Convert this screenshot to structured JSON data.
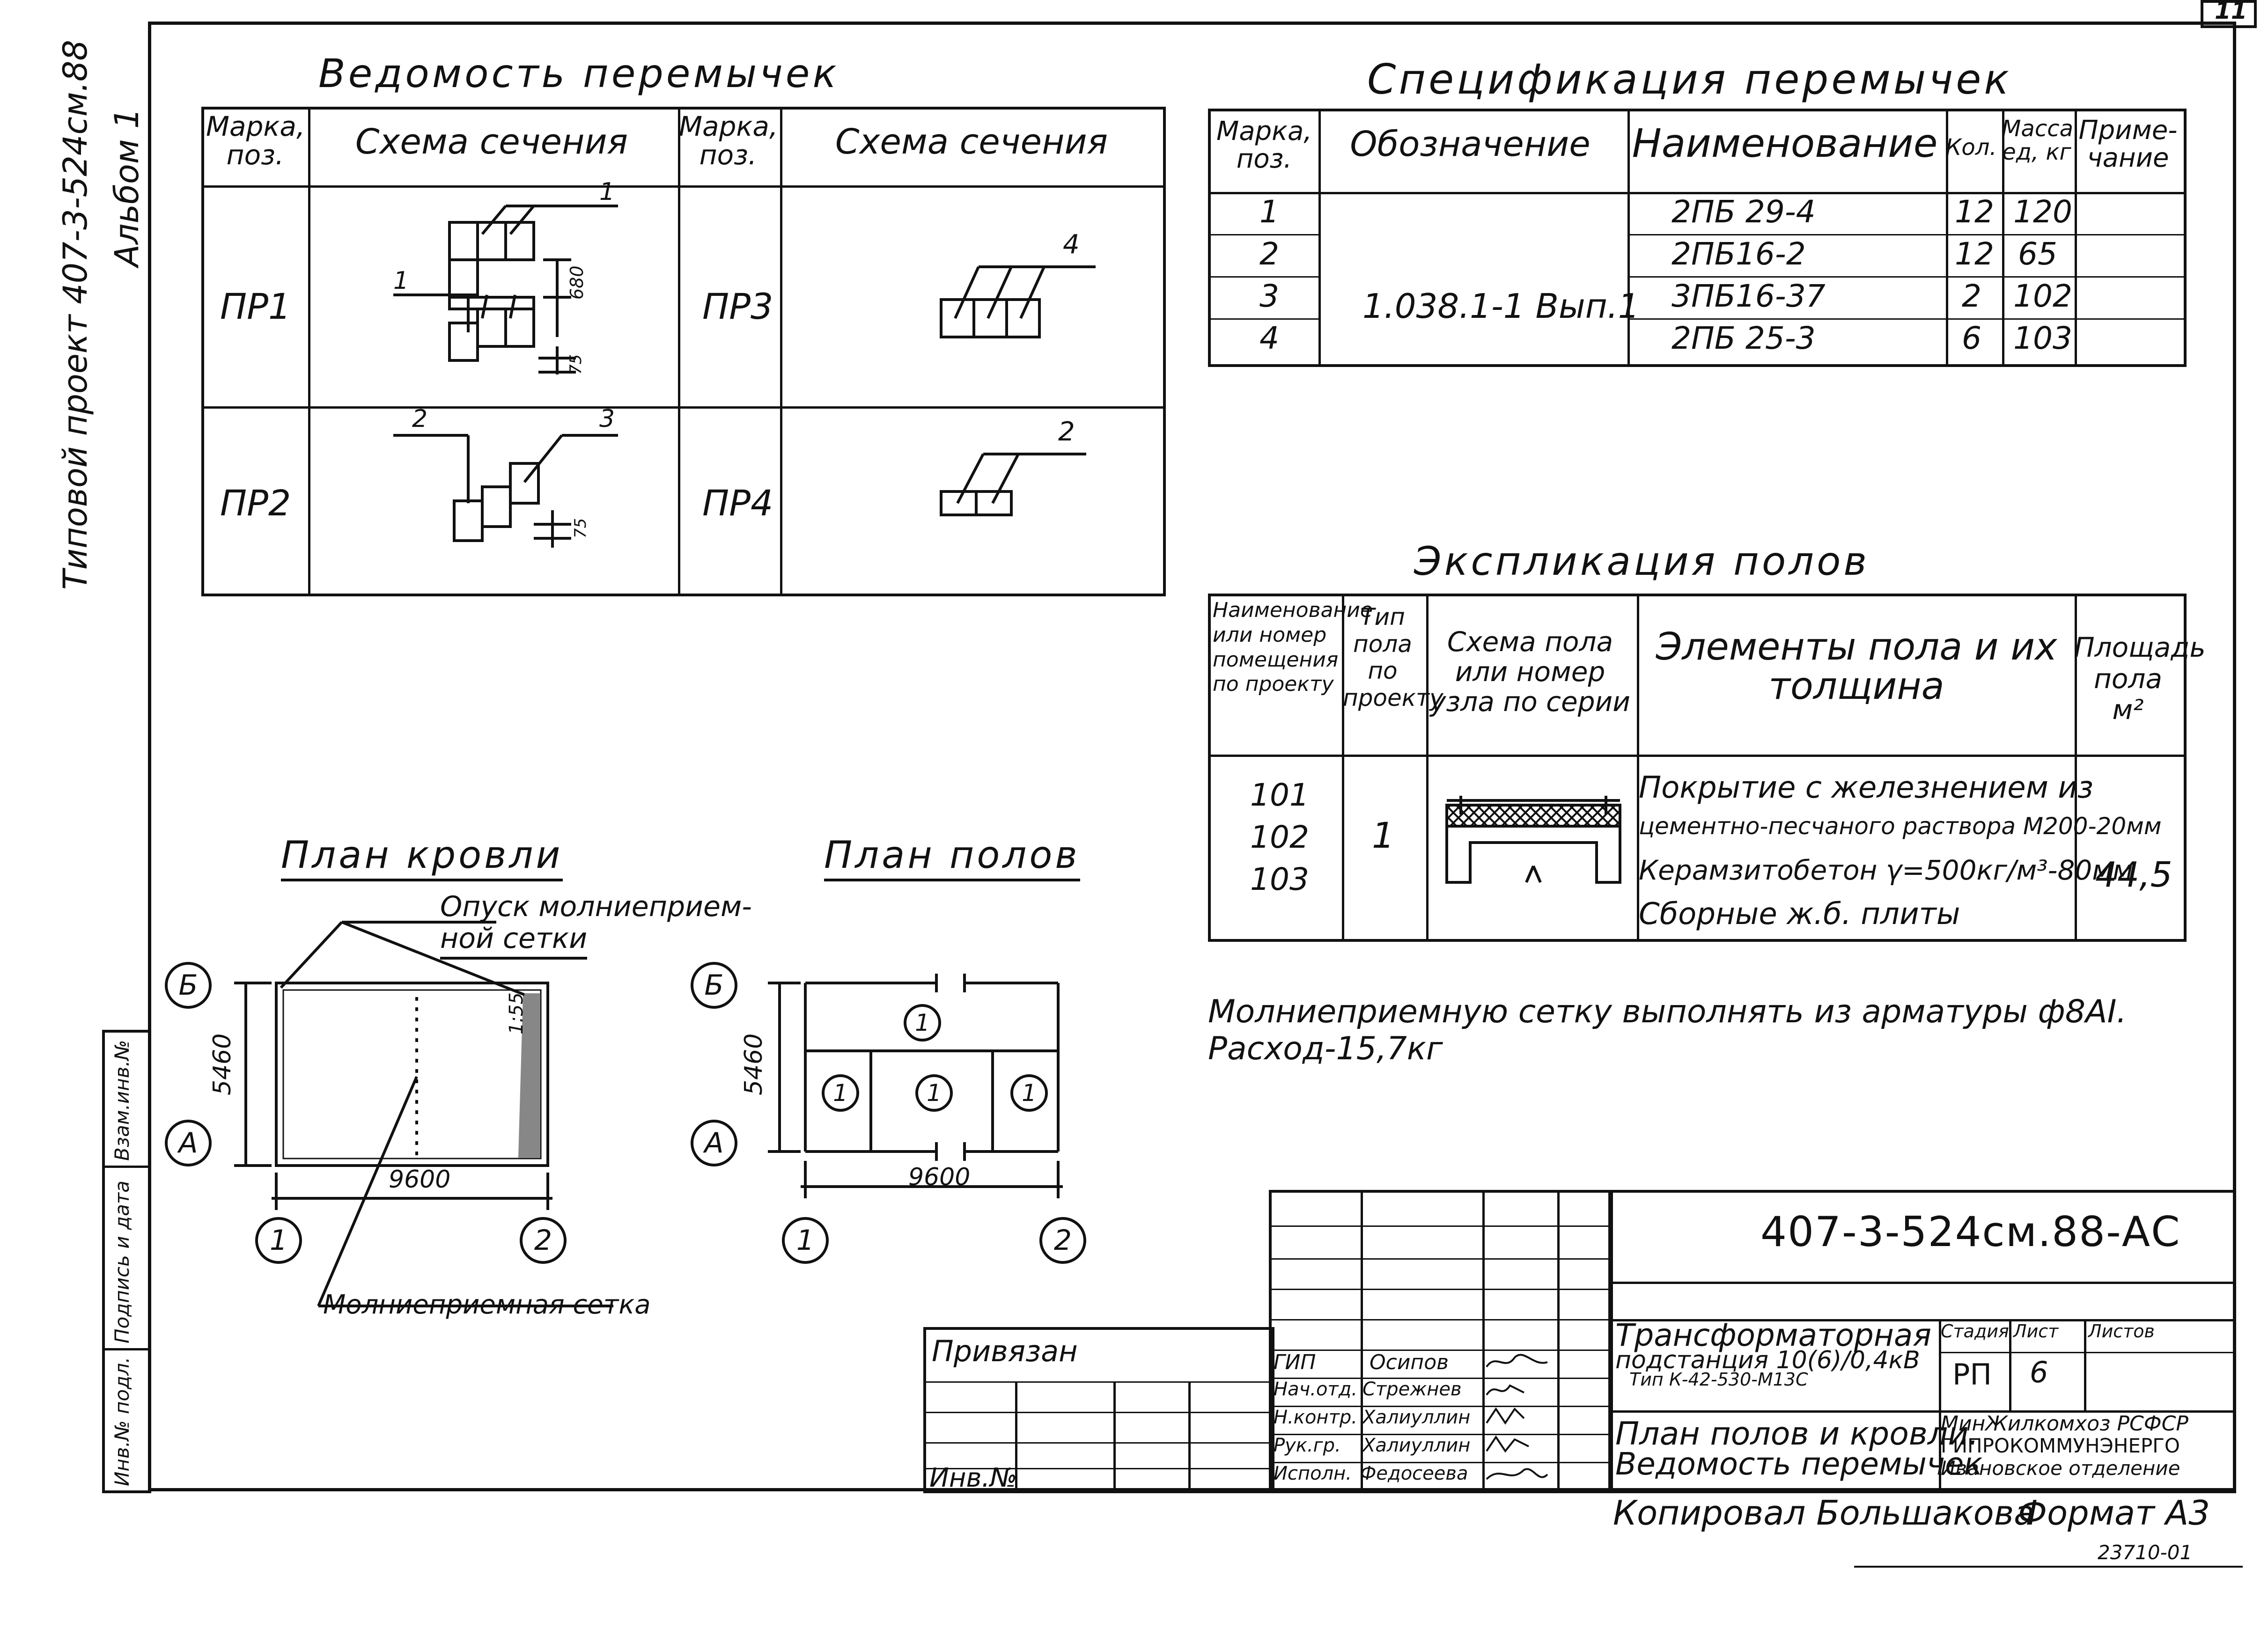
{
  "page_number": "11",
  "side_note": {
    "line1": "Типовой   проект 407-3-524см.88",
    "line2": "Альбом 1"
  },
  "side_stamp": [
    "Инв.№ подл.",
    "Подпись и дата",
    "Взам.инв.№"
  ],
  "lintel_sheet": {
    "title": "Ведомость   перемычек",
    "headers": [
      "Марка, поз.",
      "Схема   сечения",
      "Марка, поз.",
      "Схема   сечения"
    ],
    "rows": [
      {
        "left_mark": "ПР1",
        "right_mark": "ПР3",
        "left_labels": [
          "1",
          "1",
          "680",
          "75"
        ],
        "right_labels": [
          "4"
        ]
      },
      {
        "left_mark": "ПР2",
        "right_mark": "ПР4",
        "left_labels": [
          "2",
          "3",
          "75"
        ],
        "right_labels": [
          "2"
        ]
      }
    ]
  },
  "spec": {
    "title": "Спецификация   перемычек",
    "headers": [
      "Марка, поз.",
      "Обозначение",
      "Наименование",
      "Кол.",
      "Масса ед, кг",
      "Приме- чание"
    ],
    "designation": "1.038.1-1 Вып.1",
    "rows": [
      {
        "pos": "1",
        "name": "2ПБ 29-4",
        "qty": "12",
        "mass": "120"
      },
      {
        "pos": "2",
        "name": "2ПБ16-2",
        "qty": "12",
        "mass": "65"
      },
      {
        "pos": "3",
        "name": "3ПБ16-37",
        "qty": "2",
        "mass": "102"
      },
      {
        "pos": "4",
        "name": "2ПБ 25-3",
        "qty": "6",
        "mass": "103"
      }
    ]
  },
  "floors": {
    "title": "Экспликация   полов",
    "headers": [
      "Наименование или номер помещения по проекту",
      "Тип пола по проекту",
      "Схема пола или номер узла по серии",
      "Элементы пола и их толщина",
      "Площадь пола м²"
    ],
    "rooms": [
      "101",
      "102",
      "103"
    ],
    "type": "1",
    "elements": [
      "Покрытие с железнением из",
      "цементно-песчаного раствора М200-20мм",
      "Керамзитобетон γ=500кг/м³-80мм",
      "Сборные ж.б. плиты"
    ],
    "area": "44,5"
  },
  "roof_plan": {
    "title": "План кровли",
    "note_line1": "Опуск молниеприем-",
    "note_line2": "ной сетки",
    "mesh_label": "Молниеприемная сетка",
    "slope": "1:55",
    "dim_v": "5460",
    "dim_h": "9600",
    "axes": {
      "b": "Б",
      "a": "А",
      "one": "1",
      "two": "2"
    }
  },
  "floor_plan": {
    "title": "План полов",
    "dim_v": "5460",
    "dim_h": "9600",
    "type_marker": "1",
    "axes": {
      "b": "Б",
      "a": "А",
      "one": "1",
      "two": "2"
    }
  },
  "lightning_note": "Молниеприемную сетку выполнять из арматуры ф8АI. Расход-15,7кг",
  "stamp": {
    "code": "407-3-524см.88-АС",
    "project_name_1": "Трансформаторная",
    "project_name_2": "подстанция 10(6)/0,4кВ",
    "project_name_3": "Тип К-42-530-М13С",
    "sheet_title_1": "План полов и кровли.",
    "sheet_title_2": "Ведомость перемычек",
    "stage_label": "Стадия",
    "sheet_label": "Лист",
    "sheets_label": "Листов",
    "stage": "РП",
    "sheet": "6",
    "org_1": "МинЖилкомхоз РСФСР",
    "org_2": "ГИПРОКОММУНЭНЕРГО",
    "org_3": "Ивановское отделение",
    "roles": [
      "ГИП",
      "Нач.отд.",
      "Н.контр.",
      "Рук.гр.",
      "Исполн."
    ],
    "people": [
      "Осипов",
      "Стрежнев",
      "Халиуллин",
      "Халиуллин",
      "Федосеева"
    ],
    "privyazan": "Привязан",
    "inv_no": "Инв.№"
  },
  "copied": "Копировал Большакова",
  "format": "Формат А3",
  "order_no": "23710-01"
}
